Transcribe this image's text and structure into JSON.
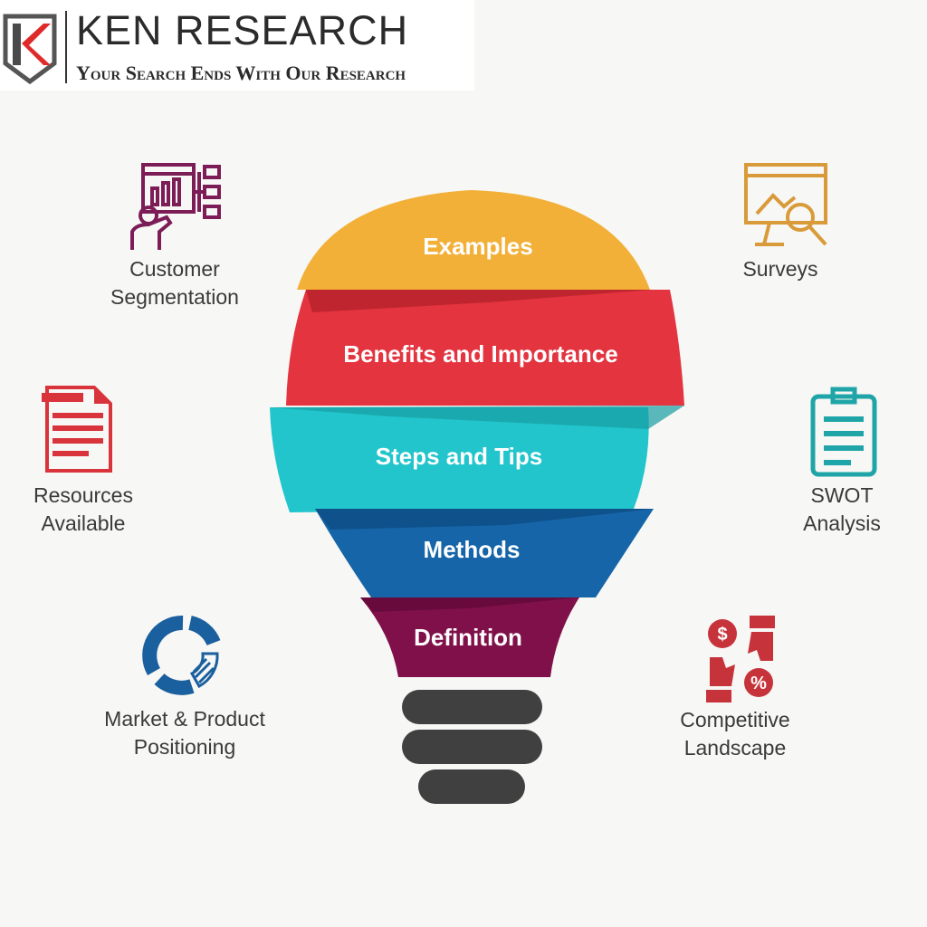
{
  "header": {
    "brand": "KEN RESEARCH",
    "tagline": "Your Search Ends With Our Research",
    "logo_icon": "ken-research-logo-icon"
  },
  "bulb": {
    "bands": [
      {
        "label": "Examples",
        "color": "#f2b038"
      },
      {
        "label": "Benefits and Importance",
        "color": "#e3343f"
      },
      {
        "label": "Steps and Tips",
        "color": "#22c5cc"
      },
      {
        "label": "Methods",
        "color": "#1565a8"
      },
      {
        "label": "Definition",
        "color": "#80104a"
      }
    ],
    "base_color": "#404040"
  },
  "left_items": [
    {
      "line1": "Customer",
      "line2": "Segmentation",
      "icon": "presentation-chart-icon",
      "color": "#7c1d57"
    },
    {
      "line1": "Resources",
      "line2": "Available",
      "icon": "document-icon",
      "color": "#d9343c"
    },
    {
      "line1": "Market & Product",
      "line2": "Positioning",
      "icon": "pie-ring-icon",
      "color": "#1a5f9e"
    }
  ],
  "right_items": [
    {
      "line1": "Surveys",
      "line2": "",
      "icon": "monitor-magnifier-icon",
      "color": "#d99a3a"
    },
    {
      "line1": "SWOT",
      "line2": "Analysis",
      "icon": "clipboard-icon",
      "color": "#1fa5a8"
    },
    {
      "line1": "Competitive",
      "line2": "Landscape",
      "icon": "money-hands-icon",
      "color": "#c7333b"
    }
  ]
}
